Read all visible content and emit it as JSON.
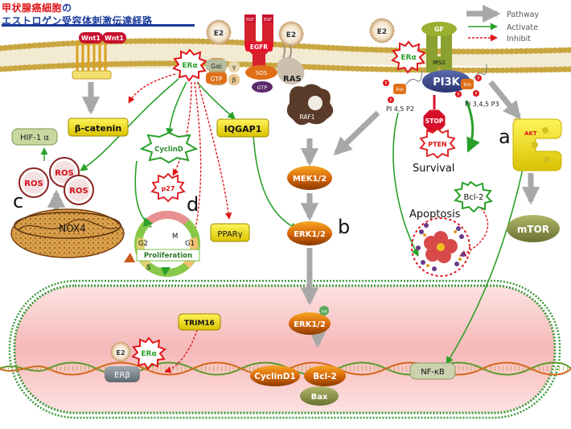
{
  "title": {
    "line1_red": "甲状腺癌細胞",
    "line1_blue": "の",
    "line2": "エストロゲン受容体刺激伝達経路"
  },
  "legend": {
    "pathway": "Pathway",
    "activate": "Activate",
    "inhibit": "Inhibit"
  },
  "labels": {
    "wnt1_left": "Wnt1",
    "wnt1_right": "Wnt1",
    "e2_top_left": "E2",
    "e2_top_mid": "E2",
    "e2_top_right": "E2",
    "e2_nucleus": "E2",
    "egf1": "EGF",
    "egf2": "EGF",
    "egfr": "EGFR",
    "er_alpha_membrane": "ERα",
    "er_alpha_right": "ERα",
    "er_alpha_nucleus": "ERα",
    "er_beta": "ERβ",
    "gai": "Gαi",
    "gtp_g": "GTP",
    "gamma": "γ",
    "beta_sub": "β",
    "sos": "SOS",
    "ras": "RAS",
    "gtp_ras": "GTP",
    "raf1": "RAF1",
    "gf": "GF",
    "irs2": "IRS2",
    "pi3k": "PI3K",
    "ino_left": "Ino",
    "ino_right": "Ino",
    "p": "P",
    "pi45p2": "PI 4,5 P2",
    "pi345p3": "PI 3,4,5 P3",
    "stop": "STOP",
    "pten": "PTEN",
    "survival": "Survival",
    "bcl2_cyt": "Bcl-2",
    "apoptosis": "Apoptosis",
    "akt": "AKT",
    "mtor": "mTOR",
    "beta_catenin": "β-catenin",
    "hif1a": "HIF-1 α",
    "ros1": "ROS",
    "ros2": "ROS",
    "ros3": "ROS",
    "nox4": "NOX4",
    "cyclind": "CyclinD",
    "p27": "p27",
    "iqgap1": "IQGAP1",
    "ppar": "PPARγ",
    "mek": "MEK1/2",
    "erk_cyt": "ERK1/2",
    "erk_nuc": "ERK1/2",
    "y4": "Y4",
    "phase_m": "M",
    "phase_g2": "G2",
    "phase_g1": "G1",
    "phase_s": "S",
    "proliferation": "Proliferation",
    "trim16": "TRIM16",
    "cyclind1": "CyclinD1",
    "bcl2_nuc": "Bcl-2",
    "bax": "Bax",
    "nfkb": "NF-κB",
    "letter_a": "a",
    "letter_b": "b",
    "letter_c": "c",
    "letter_d": "d"
  },
  "colors": {
    "activate": "#2aa02a",
    "inhibit": "#e0161a",
    "pathway": "#a8a8a8",
    "membrane_head": "#c9a640",
    "nucleus_fill": "#f7c7c7",
    "node_fill": "#f2e600",
    "node_text": "#1a5a1a",
    "er_star": "#e0161a"
  }
}
